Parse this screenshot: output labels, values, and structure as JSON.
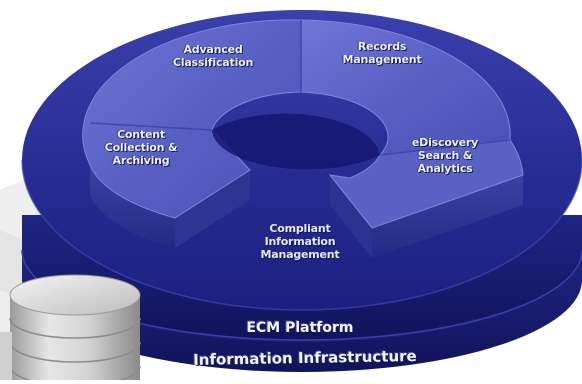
{
  "segments": {
    "advanced_classification": [
      "Advanced",
      "Classification"
    ],
    "records_management": [
      "Records",
      "Management"
    ],
    "content_collection": [
      "Content",
      "Collection &",
      "Archiving"
    ],
    "ediscovery": [
      "eDiscovery",
      "Search &",
      "Analytics"
    ]
  },
  "center": [
    "Compliant",
    "Information",
    "Management"
  ],
  "layers": {
    "ecm_platform": "ECM Platform",
    "information_infrastructure": "Information Infrastructure"
  },
  "colors": {
    "disc_top": "#2a2f9a",
    "disc_side": "#151a6e",
    "ring_top": "#5a62c6",
    "ring_side": "#2e3594",
    "database": "#c8c8c8"
  }
}
